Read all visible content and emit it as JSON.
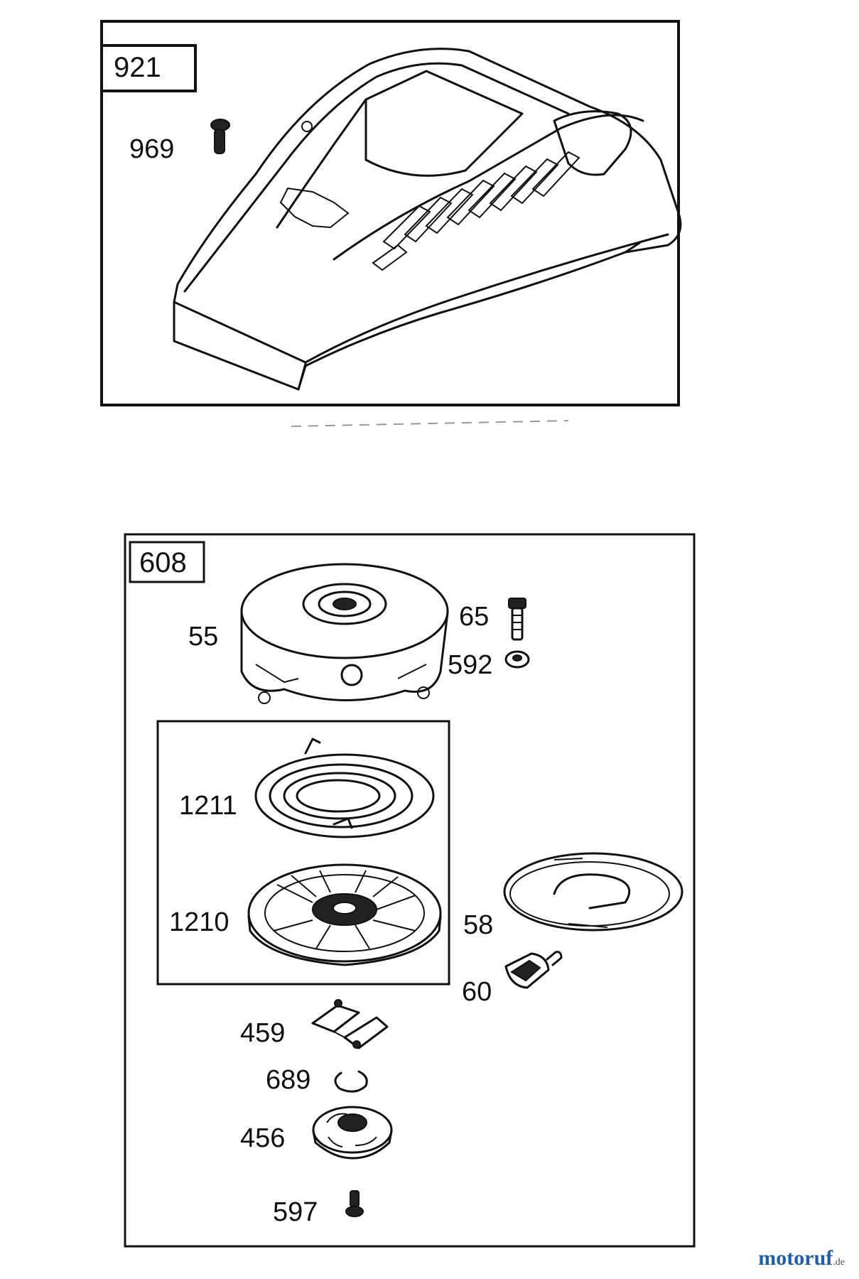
{
  "assembly_blower": {
    "box_label": "921",
    "callouts": [
      {
        "id": "969"
      }
    ]
  },
  "assembly_starter": {
    "box_label": "608",
    "callouts": [
      {
        "id": "55"
      },
      {
        "id": "65"
      },
      {
        "id": "592"
      },
      {
        "id": "1211"
      },
      {
        "id": "1210"
      },
      {
        "id": "58"
      },
      {
        "id": "60"
      },
      {
        "id": "459"
      },
      {
        "id": "689"
      },
      {
        "id": "456"
      },
      {
        "id": "597"
      }
    ]
  },
  "watermark": {
    "brand": "motoruf",
    "suffix": ".de",
    "colors": [
      "#c0392b",
      "#2e7d32",
      "#1f5fa8",
      "#e6a100"
    ]
  }
}
